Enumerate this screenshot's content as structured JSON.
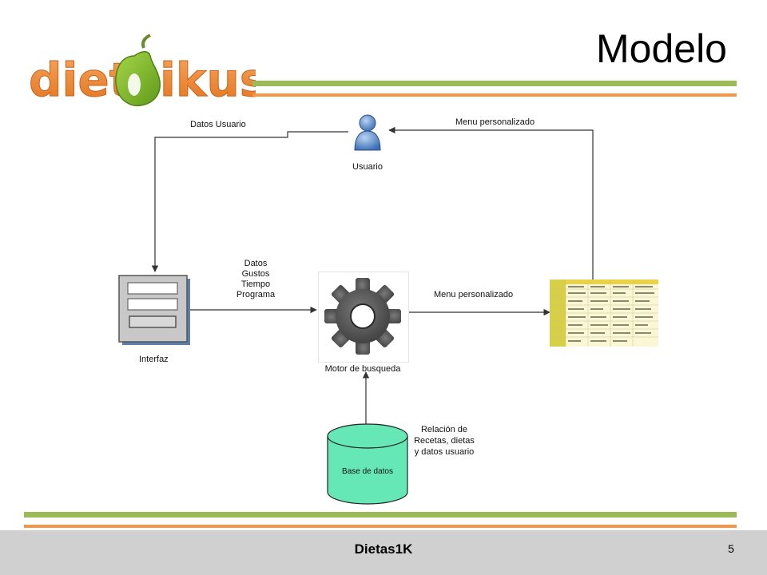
{
  "slide": {
    "title": "Modelo",
    "logo": {
      "text": "diet ikus",
      "icon": "pear-icon",
      "color": "#f08a3c",
      "pear_color": "#8dc63f"
    },
    "footer": "Dietas1K",
    "page_number": "5",
    "accent_colors": {
      "green": "#9bbb59",
      "orange": "#f79646",
      "footer_bg": "#d0d0d0"
    }
  },
  "diagram": {
    "nodes": {
      "usuario": {
        "label": "Usuario",
        "icon": "user-icon"
      },
      "interfaz": {
        "label": "Interfaz",
        "icon": "form-window-icon"
      },
      "motor": {
        "label": "Motor de busqueda",
        "icon": "gear-icon"
      },
      "menu_table": {
        "label": "",
        "icon": "spreadsheet-icon"
      },
      "database": {
        "label": "Base de datos",
        "icon": "database-icon"
      }
    },
    "edges": {
      "datos_usuario": "Datos Usuario",
      "menu_personalizado_top": "Menu personalizado",
      "datos_lines": [
        "Datos",
        "Gustos",
        "Tiempo",
        "Programa"
      ],
      "menu_personalizado_mid": "Menu personalizado"
    },
    "annotation_lines": [
      "Relación de",
      "Recetas, dietas",
      "y datos usuario"
    ]
  }
}
